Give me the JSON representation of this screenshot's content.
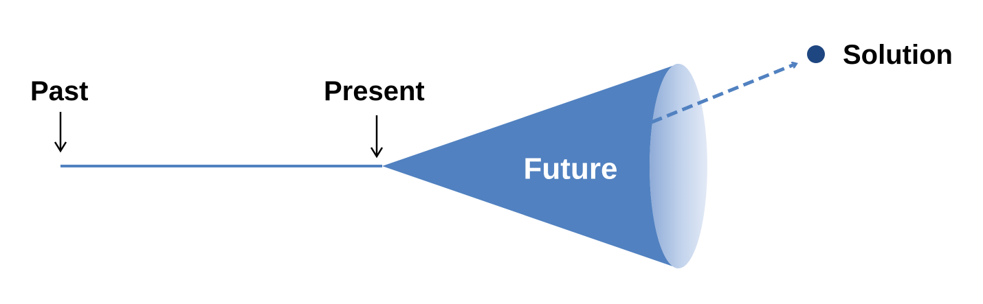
{
  "labels": {
    "past": "Past",
    "present": "Present",
    "future": "Future",
    "solution": "Solution"
  },
  "colors": {
    "cone_fill": "#5181c0",
    "cone_face_light": "#e3eaf6",
    "cone_face_dark": "#8eabd7",
    "timeline": "#5181c0",
    "solution_dot": "#1e4680",
    "dashed_arrow": "#5181c0",
    "pointer_arrow": "#000000",
    "future_text": "#ffffff",
    "label_text": "#000000"
  },
  "icons": {
    "past_pointer": "arrow-down-icon",
    "present_pointer": "arrow-down-icon",
    "solution_marker": "dot-icon",
    "projection": "dashed-arrow-icon"
  }
}
